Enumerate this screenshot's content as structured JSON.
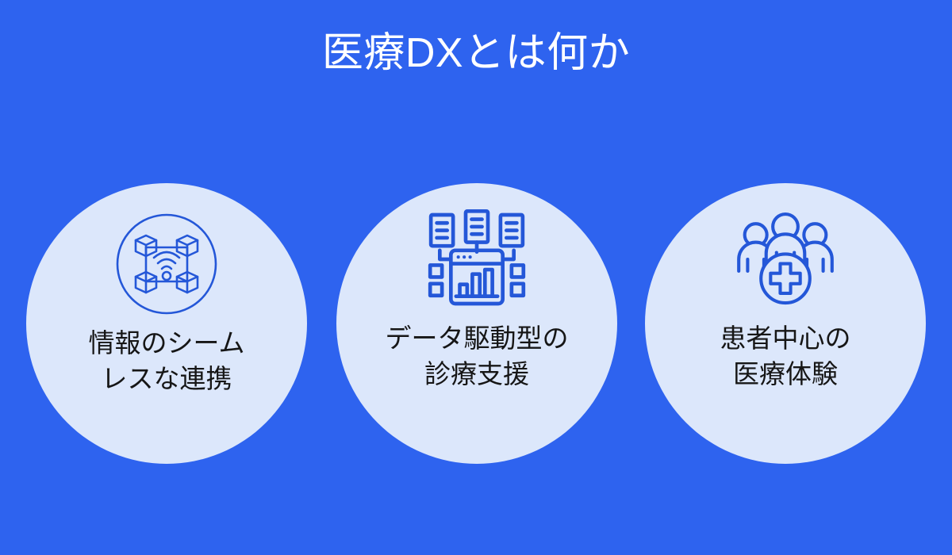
{
  "slide": {
    "title": "医療DXとは何か",
    "background_color": "#2e63ef",
    "title_color": "#ffffff",
    "circle_fill_color": "#dce7fb",
    "icon_color": "#2457d8",
    "label_color": "#161616"
  },
  "cards": [
    {
      "icon_name": "network-nodes-wifi-icon",
      "label": "情報のシーム\nレスな連携"
    },
    {
      "icon_name": "data-documents-dashboard-chart-icon",
      "label": "データ駆動型の\n診療支援"
    },
    {
      "icon_name": "patient-group-medical-cross-icon",
      "label": "患者中心の\n医療体験"
    }
  ]
}
